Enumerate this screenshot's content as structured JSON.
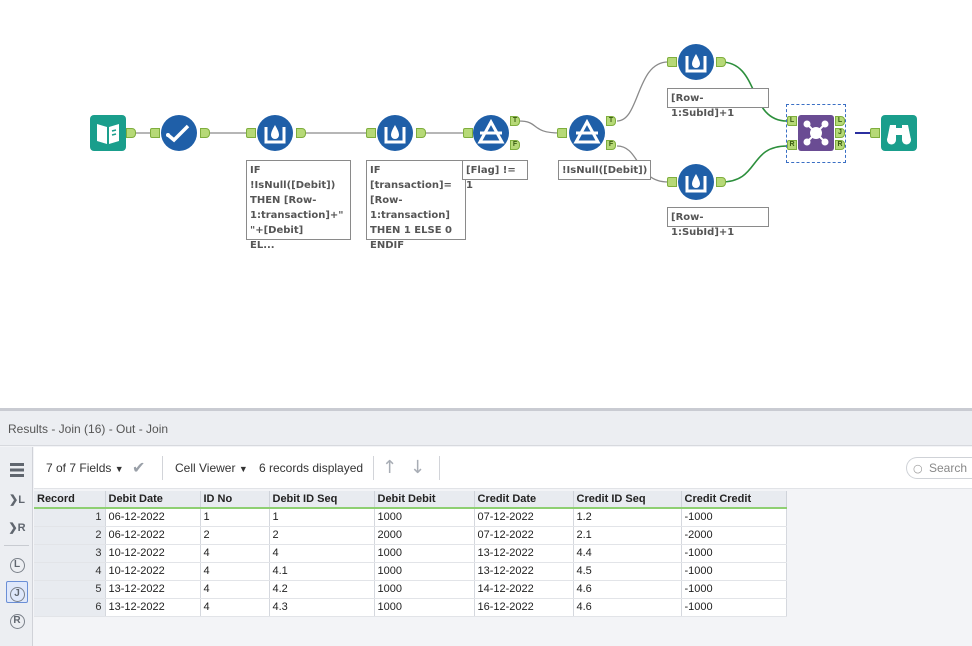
{
  "canvas": {
    "filters": [
      {
        "true_label": "T",
        "false_label": "F"
      },
      {
        "true_label": "T",
        "false_label": "F"
      }
    ],
    "join": {
      "left": "L",
      "right": "R",
      "out_left": "L",
      "out_join": "J",
      "out_right": "R"
    },
    "annotations": {
      "formula1": "IF !IsNull([Debit])\nTHEN [Row-\n1:transaction]+\"\n\"+[Debit]\nEL...",
      "formula2": "IF [transaction]=\n[Row-\n1:transaction]\nTHEN 1 ELSE 0\nENDIF",
      "filter1": "[Flag] != 1",
      "filter2": "!IsNull([Debit])",
      "formula_top": "[Row-1:SubId]+1",
      "formula_bottom": "[Row-1:SubId]+1"
    },
    "colors": {
      "input": "#1a9e8c",
      "formula": "#1f5fa8",
      "join": "#6a4c93",
      "browse": "#1a9e8c"
    }
  },
  "results": {
    "title": "Results - Join (16) - Out - Join",
    "side_buttons": [
      "L",
      "R",
      "L",
      "J",
      "R"
    ],
    "toolbar": {
      "fields": "7 of 7 Fields",
      "viewer": "Cell Viewer",
      "records": "6 records displayed",
      "search_placeholder": "Search"
    },
    "columns": [
      "Record",
      "Debit Date",
      "ID No",
      "Debit ID Seq",
      "Debit Debit",
      "Credit Date",
      "Credit ID Seq",
      "Credit Credit"
    ],
    "rows": [
      [
        "1",
        "06-12-2022",
        "1",
        "1",
        "1000",
        "07-12-2022",
        "1.2",
        "-1000"
      ],
      [
        "2",
        "06-12-2022",
        "2",
        "2",
        "2000",
        "07-12-2022",
        "2.1",
        "-2000"
      ],
      [
        "3",
        "10-12-2022",
        "4",
        "4",
        "1000",
        "13-12-2022",
        "4.4",
        "-1000"
      ],
      [
        "4",
        "10-12-2022",
        "4",
        "4.1",
        "1000",
        "13-12-2022",
        "4.5",
        "-1000"
      ],
      [
        "5",
        "13-12-2022",
        "4",
        "4.2",
        "1000",
        "14-12-2022",
        "4.6",
        "-1000"
      ],
      [
        "6",
        "13-12-2022",
        "4",
        "4.3",
        "1000",
        "16-12-2022",
        "4.6",
        "-1000"
      ]
    ]
  }
}
